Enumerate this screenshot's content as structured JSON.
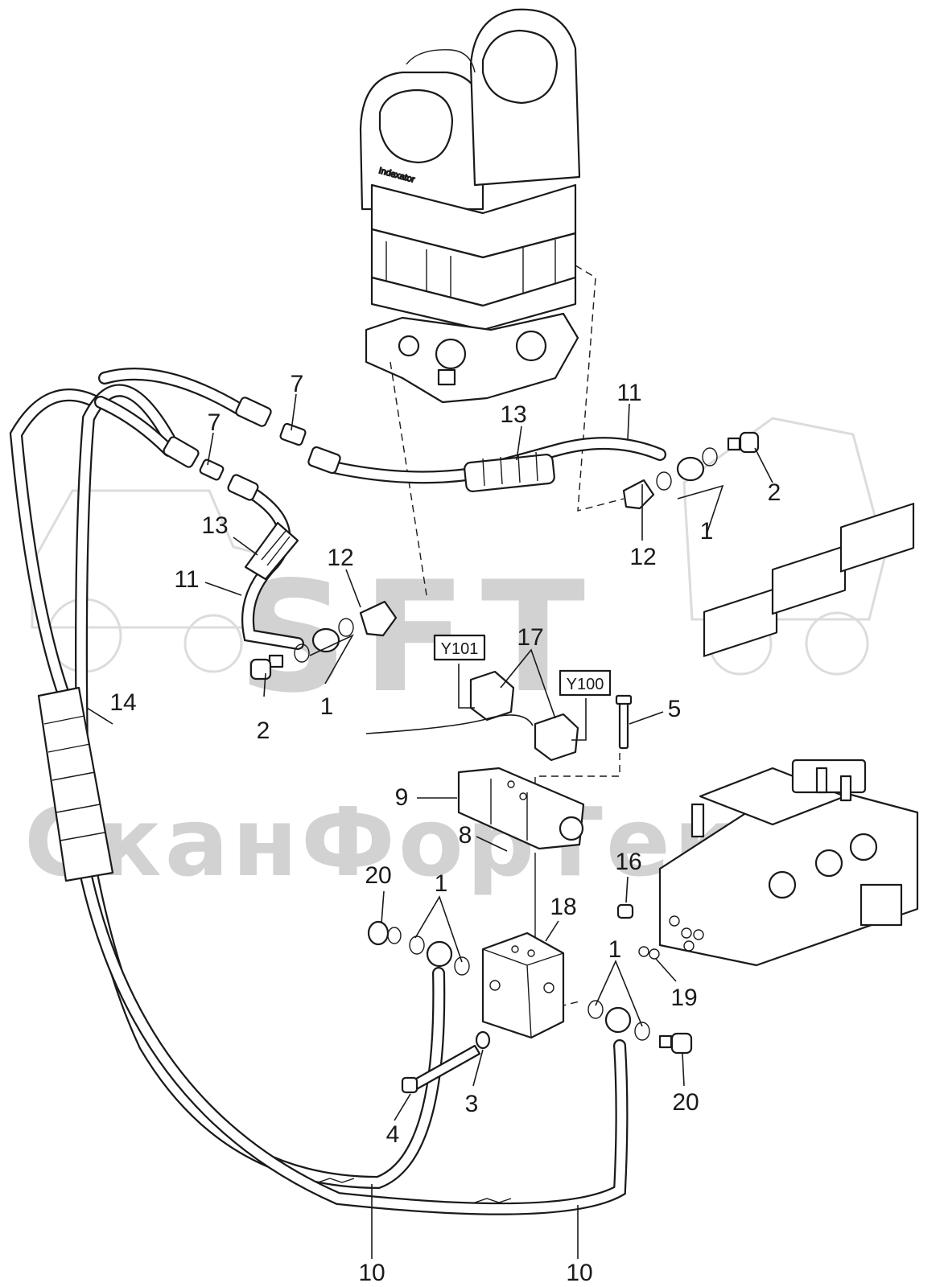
{
  "watermark": {
    "logo": "SFT",
    "company": "СканФорТек"
  },
  "callouts": {
    "c1a": "1",
    "c1b": "1",
    "c1c": "1",
    "c1d": "1",
    "c2a": "2",
    "c2b": "2",
    "c3": "3",
    "c4": "4",
    "c5": "5",
    "c7a": "7",
    "c7b": "7",
    "c8": "8",
    "c9": "9",
    "c10a": "10",
    "c10b": "10",
    "c11a": "11",
    "c11b": "11",
    "c12a": "12",
    "c12b": "12",
    "c13a": "13",
    "c13b": "13",
    "c14": "14",
    "c16": "16",
    "c17": "17",
    "c18": "18",
    "c19": "19",
    "c20a": "20",
    "c20b": "20"
  },
  "tags": {
    "y101": "Y101",
    "y100": "Y100"
  }
}
